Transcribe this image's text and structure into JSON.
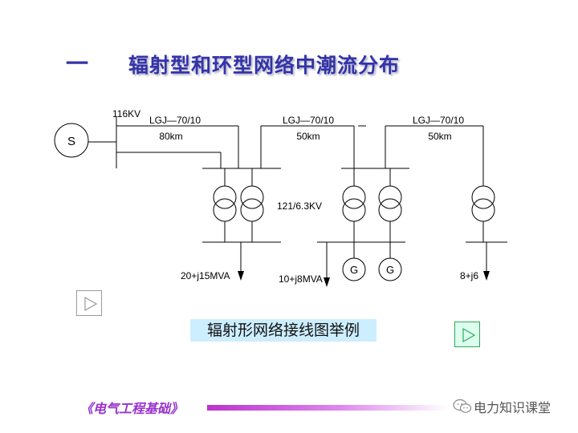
{
  "header": {
    "dash": "一",
    "title": "辐射型和环型网络中潮流分布"
  },
  "diagram": {
    "source_label": "S",
    "voltage_label": "116KV",
    "lines": [
      {
        "type": "LGJ—70/10",
        "length": "80km"
      },
      {
        "type": "LGJ—70/10",
        "length": "50km"
      },
      {
        "type": "LGJ—70/10",
        "length": "50km"
      }
    ],
    "transformer_ratio": "121/6.3KV",
    "generators": [
      "G",
      "G"
    ],
    "loads": [
      "20+j15MVA",
      "10+j8MVA",
      "8+j6"
    ]
  },
  "caption": "辐射形网络接线图举例",
  "footer": {
    "course": "《电气工程基础》",
    "brand": "电力知识课堂"
  },
  "icons": {
    "prev": "play-triangle-icon",
    "next": "play-triangle-icon",
    "brand": "wechat-icon"
  },
  "colors": {
    "title": "#3333aa",
    "caption_bg": "#cceeff",
    "footer": "#9933cc",
    "next_button": "#2eaa55"
  }
}
